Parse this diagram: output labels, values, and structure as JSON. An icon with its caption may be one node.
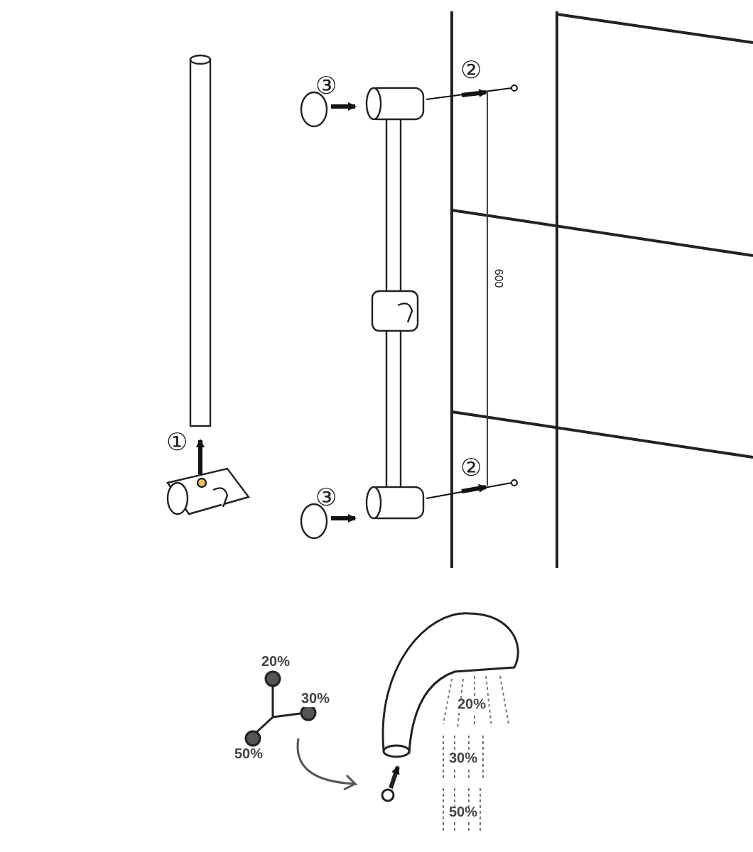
{
  "diagram": {
    "labels": [
      "②",
      "③",
      "600",
      "①",
      "②",
      "③",
      "20%",
      "30%",
      "50%",
      "20%",
      "30%",
      "50%"
    ]
  }
}
